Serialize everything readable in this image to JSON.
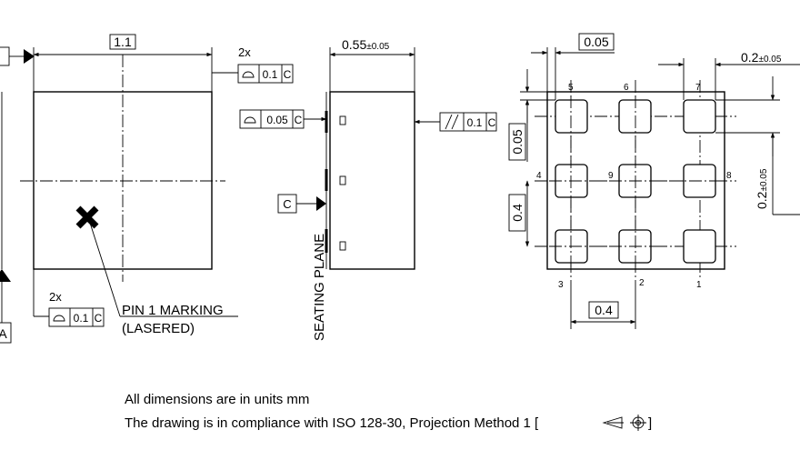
{
  "top_view": {
    "width_dim": "1.1",
    "fcf_count": "2x",
    "fcf_tol": "0.1",
    "fcf_datum": "C",
    "datum_a": "A",
    "pin1_line1": "PIN 1 MARKING",
    "pin1_line2": "(LASERED)"
  },
  "side_view": {
    "height_dim": "0.55",
    "height_tol": "±0.05",
    "profile_tol": "0.05",
    "profile_datum": "C",
    "parallel_tol": "0.1",
    "parallel_datum": "C",
    "datum_c": "C",
    "seating_plane": "SEATING PLANE"
  },
  "bottom_view": {
    "dim_top": "0.05",
    "dim_left": "0.05",
    "pitch_v": "0.4",
    "pitch_h": "0.4",
    "pad_w": "0.2",
    "pad_w_tol": "±0.05",
    "pad_h": "0.2",
    "pad_h_tol": "±0.05",
    "pins": [
      "1",
      "2",
      "3",
      "4",
      "5",
      "6",
      "7",
      "8",
      "9"
    ]
  },
  "notes": {
    "line1": "All dimensions are in units mm",
    "line2": "The drawing is in compliance with ISO 128-30, Projection Method 1 [",
    "line2_end": "]"
  }
}
